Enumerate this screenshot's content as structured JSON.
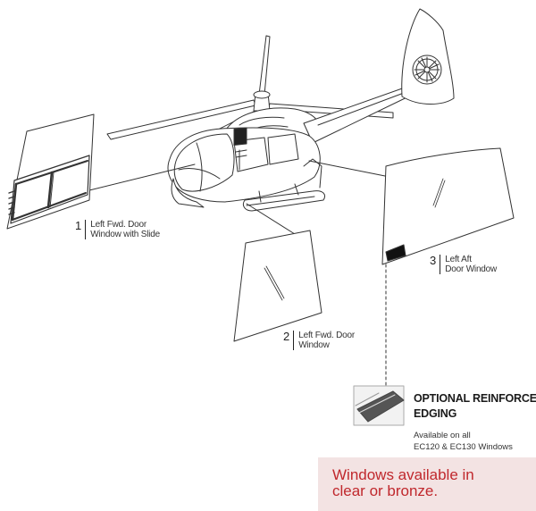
{
  "callouts": [
    {
      "number": "1",
      "lines": [
        "Left Fwd. Door",
        "Window with Slide"
      ]
    },
    {
      "number": "2",
      "lines": [
        "Left Fwd. Door",
        "Window"
      ]
    },
    {
      "number": "3",
      "lines": [
        "Left Aft",
        "Door Window"
      ]
    }
  ],
  "optional": {
    "title_lines": [
      "OPTIONAL REINFORCED",
      "EDGING"
    ],
    "sub_lines": [
      "Available on all",
      "EC120 & EC130 Windows"
    ]
  },
  "note": {
    "lines": [
      "Windows available in",
      "clear or bronze."
    ],
    "text_color": "#c0282d",
    "background": "#f3e3e3"
  },
  "colors": {
    "line": "#333333",
    "panel_fill": "#ffffff",
    "edge_dark": "#444444"
  }
}
